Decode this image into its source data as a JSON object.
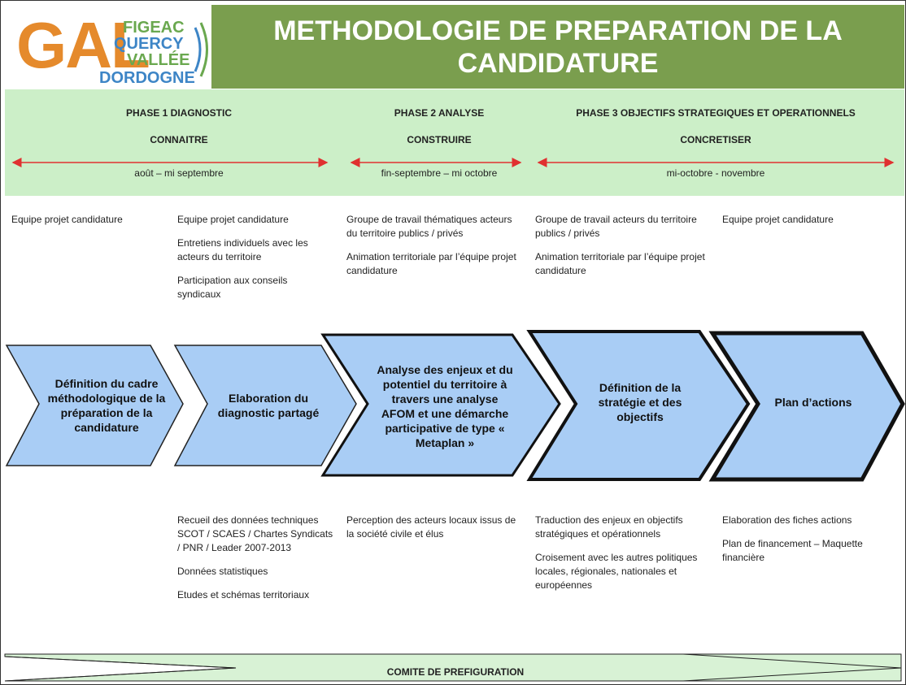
{
  "logo": {
    "text_main": "GAL",
    "line1": "FIGEAC",
    "line2": "QUERCY",
    "line3": "VALLÉE",
    "line4": "DORDOGNE"
  },
  "header": {
    "title": "METHODOLOGIE DE PREPARATION DE LA CANDIDATURE"
  },
  "phases": [
    {
      "title": "PHASE 1 DIAGNOSTIC",
      "verb": "CONNAITRE",
      "dates": "août  – mi septembre"
    },
    {
      "title": "PHASE 2 ANALYSE",
      "verb": "CONSTRUIRE",
      "dates": "fin-septembre – mi octobre"
    },
    {
      "title": "PHASE 3 OBJECTIFS STRATEGIQUES ET OPERATIONNELS",
      "verb": "CONCRETISER",
      "dates": "mi-octobre - novembre"
    }
  ],
  "top_texts": [
    [
      "Equipe projet candidature"
    ],
    [
      "Equipe projet candidature",
      "Entretiens individuels avec les acteurs du territoire",
      "Participation aux conseils syndicaux"
    ],
    [
      "Groupe de travail thématiques acteurs du territoire publics / privés",
      "Animation territoriale par l’équipe projet candidature"
    ],
    [
      "Groupe de travail acteurs du territoire publics / privés",
      "Animation territoriale par l’équipe projet candidature"
    ],
    [
      "Equipe projet candidature"
    ]
  ],
  "steps": [
    "Définition du cadre méthodologique de la préparation de la candidature",
    "Elaboration du diagnostic partagé",
    "Analyse des enjeux et du potentiel du territoire à travers une analyse AFOM et une démarche participative de type « Metaplan »",
    "Définition de la stratégie et des objectifs",
    "Plan d’actions"
  ],
  "bottom_texts": [
    [],
    [
      "Recueil des données techniques SCOT / SCAES / Chartes Syndicats / PNR / Leader 2007-2013",
      "Données statistiques",
      "Etudes et schémas territoriaux"
    ],
    [
      "Perception des acteurs locaux issus de la société civile et élus"
    ],
    [
      "Traduction des enjeux en objectifs stratégiques et opérationnels",
      "Croisement avec les autres politiques locales, régionales, nationales et européennes"
    ],
    [
      "Elaboration des fiches actions",
      "Plan de financement – Maquette financière"
    ]
  ],
  "footer": {
    "label": "COMITE DE PREFIGURATION"
  },
  "colors": {
    "header_bg": "#7a9e4e",
    "band_bg": "#ccefc8",
    "chevron_fill": "#a9cdf5",
    "arrow_red": "#e03030",
    "footer_fill": "#d8f2d5"
  }
}
